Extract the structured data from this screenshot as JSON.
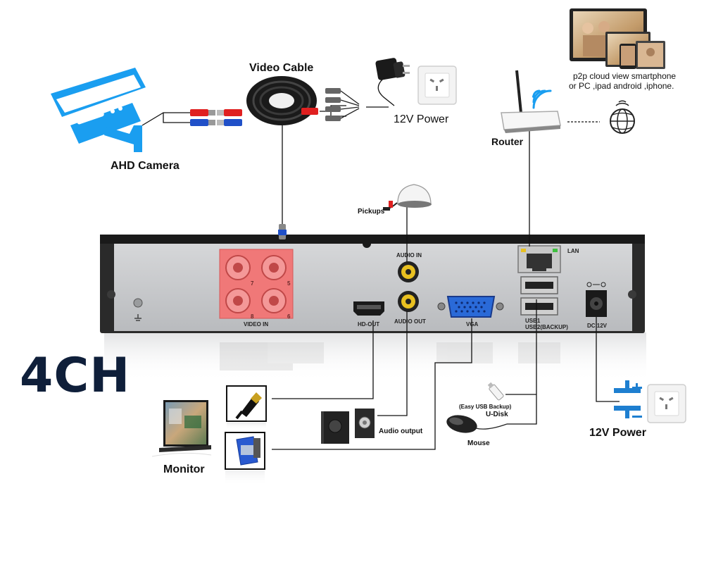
{
  "labels": {
    "video_cable": "Video Cable",
    "power_top": "12V Power",
    "ahd_camera": "AHD Camera",
    "router": "Router",
    "p2p_line1": "p2p cloud view smartphone",
    "p2p_line2": "or PC ,ipad android ,iphone.",
    "pickups": "Pickups",
    "channels": "4CH",
    "monitor": "Monitor",
    "audio_output": "Audio output",
    "usb_backup": "(Easy USB Backup)",
    "udisk": "U-Disk",
    "mouse": "Mouse",
    "power_bottom": "12V Power"
  },
  "panel": {
    "video_in": "VIDEO IN",
    "hd_out": "HD-OUT",
    "audio_in": "AUDIO IN",
    "audio_out": "AUDIO OUT",
    "vga": "VGA",
    "lan": "LAN",
    "usb1": "USB1",
    "usb2": "USB2(BACKUP)",
    "dc12v": "DC 12V",
    "ch7": "7",
    "ch5": "5",
    "ch8": "8",
    "ch6": "6"
  },
  "icons": {
    "camera": "cctv-camera-icon",
    "cable": "coax-cable-reel-icon",
    "adapter": "power-adapter-icon",
    "outlet": "wall-outlet-icon",
    "router": "wifi-router-icon",
    "globe": "internet-globe-icon",
    "devices": "devices-icon",
    "microphone": "microphone-icon",
    "monitor": "tv-monitor-icon",
    "hdmi": "hdmi-connector-icon",
    "vga": "vga-connector-icon",
    "speakers": "speakers-icon",
    "usb": "usb-drive-icon",
    "mouse": "mouse-icon",
    "capacitor": "dc-power-icon"
  },
  "colors": {
    "camera_blue": "#1a9ef0",
    "bnc_red": "#f07878",
    "panel_gray": "#c9cbcd",
    "frame_dark": "#2a2a2a",
    "cable_red": "#e02020",
    "cable_blue": "#2050c8",
    "power_blue": "#1e7fd0",
    "title_navy": "#0f1f3a"
  }
}
